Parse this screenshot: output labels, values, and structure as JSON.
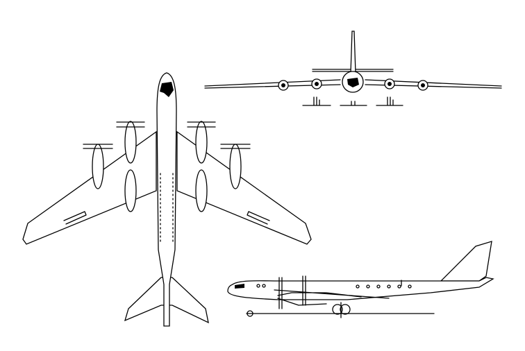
{
  "drawing": {
    "views": [
      "top-view",
      "front-view",
      "side-view"
    ],
    "colors": {
      "line": "#000000",
      "background": "#ffffff"
    }
  }
}
